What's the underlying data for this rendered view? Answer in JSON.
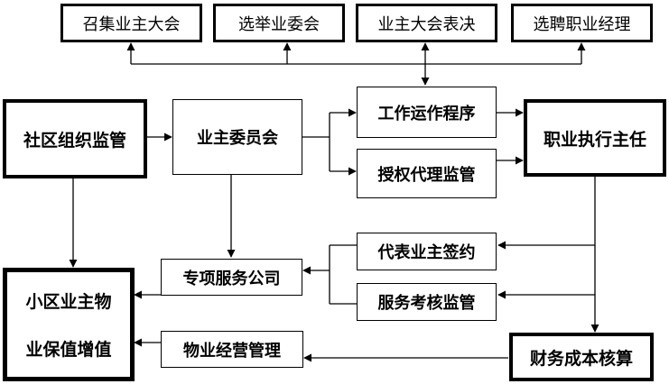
{
  "top_row": {
    "convene_meeting": "召集业主大会",
    "elect_committee": "选举业委会",
    "meeting_resolution": "业主大会表决",
    "hire_manager": "选聘职业经理"
  },
  "left": {
    "community_supervision": "社区组织监管",
    "value_line1": "小区业主物",
    "value_line2": "业保值增值"
  },
  "middle": {
    "owners_committee": "业主委员会",
    "special_service_company": "专项服务公司",
    "property_operation": "物业经营管理"
  },
  "center_right": {
    "work_procedure": "工作运作程序",
    "authorization_supervision": "授权代理监管",
    "sign_on_behalf": "代表业主签约",
    "service_assessment": "服务考核监管"
  },
  "right": {
    "professional_manager": "职业执行主任",
    "financial_costing": "财务成本核算"
  }
}
